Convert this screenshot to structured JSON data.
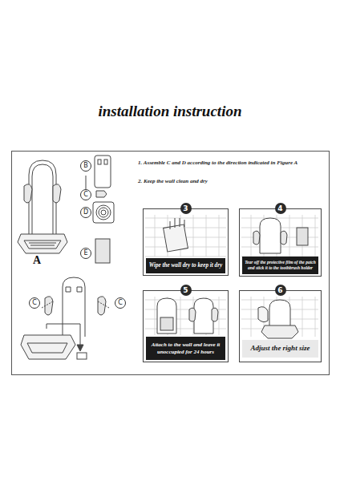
{
  "diagram": {
    "title": "installation instruction",
    "nodes": [
      {
        "text": [
          "3",
          "Wipe the wall dry to keep it dry"
        ]
      },
      {
        "text": [
          "4",
          "Tear off the protective film of the patch and stick it to the toothbrush holder"
        ]
      },
      {
        "text": [
          "5",
          "Attach to the wall and leave it unoccupied for 24 hours"
        ]
      },
      {
        "text": [
          "6",
          "Adjust the right size"
        ]
      }
    ],
    "labels": [
      "A",
      "B",
      "C",
      "D",
      "E",
      "C",
      "C",
      "1. Assemble C and D according to the direction indicated in Figure A",
      "2. Keep the wall clean and dry"
    ]
  }
}
